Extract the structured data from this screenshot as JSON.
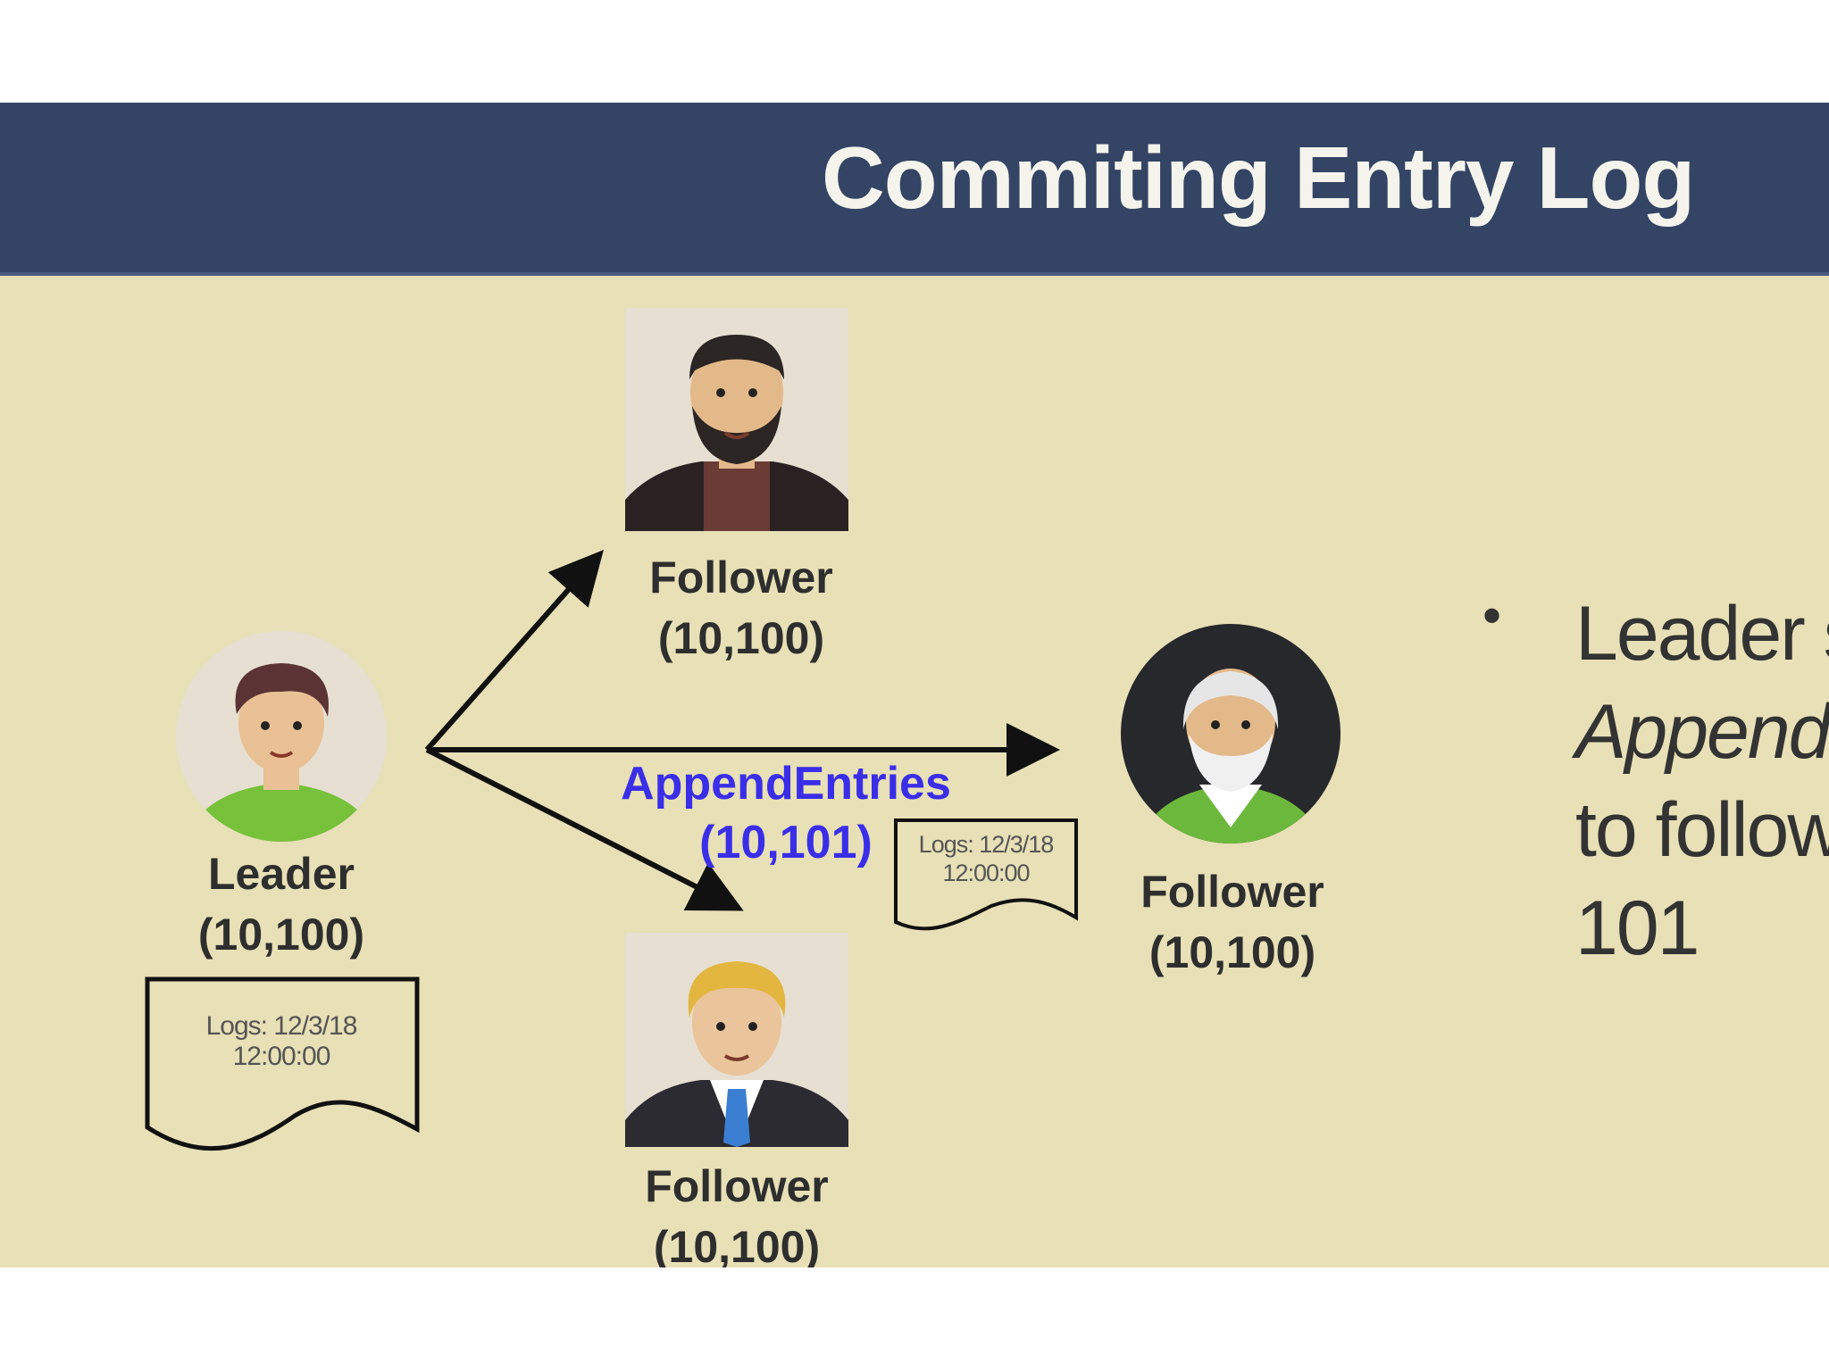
{
  "title": "Commiting Entry Log",
  "leader": {
    "role": "Leader",
    "term": "(10,100)"
  },
  "followers": [
    {
      "role": "Follower",
      "term": "(10,100)"
    },
    {
      "role": "Follower",
      "term": "(10,100)"
    },
    {
      "role": "Follower",
      "term": "(10,100)"
    }
  ],
  "message": {
    "name": "AppendEntries",
    "term": "(10,101)"
  },
  "leader_log": {
    "line1": "Logs: 12/3/18",
    "line2": "12:00:00"
  },
  "message_log": {
    "line1": "Logs: 12/3/18",
    "line2": "12:00:00"
  },
  "bullet": {
    "marker": "•",
    "lines": [
      "Leader s",
      "AppendE",
      "to followe",
      "101"
    ]
  },
  "colors": {
    "title_bar": "#344464",
    "background": "#e8e0b6",
    "message_text": "#3a2ee8"
  },
  "icons": [
    "follower-bearded-avatar-icon",
    "leader-avatar-icon",
    "follower-elder-avatar-icon",
    "follower-suit-avatar-icon"
  ]
}
